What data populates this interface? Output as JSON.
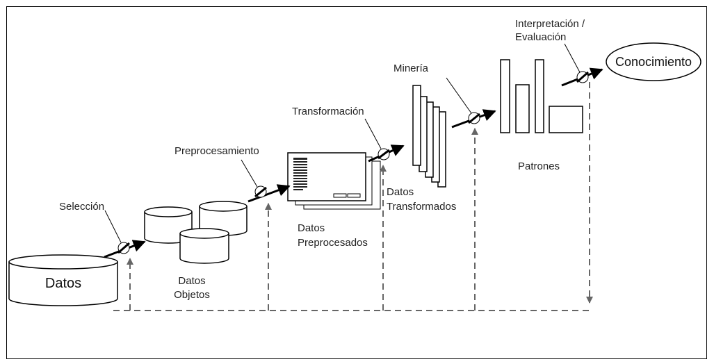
{
  "stages": {
    "datos": "Datos",
    "datos_objetos_line1": "Datos",
    "datos_objetos_line2": "Objetos",
    "datos_preprocesados_line1": "Datos",
    "datos_preprocesados_line2": "Preprocesados",
    "datos_transformados_line1": "Datos",
    "datos_transformados_line2": "Transformados",
    "patrones": "Patrones",
    "conocimiento": "Conocimiento"
  },
  "steps": {
    "seleccion": "Selección",
    "preprocesamiento": "Preprocesamiento",
    "transformacion": "Transformación",
    "mineria": "Minería",
    "interpretacion_line1": "Interpretación /",
    "interpretacion_line2": "Evaluación"
  }
}
